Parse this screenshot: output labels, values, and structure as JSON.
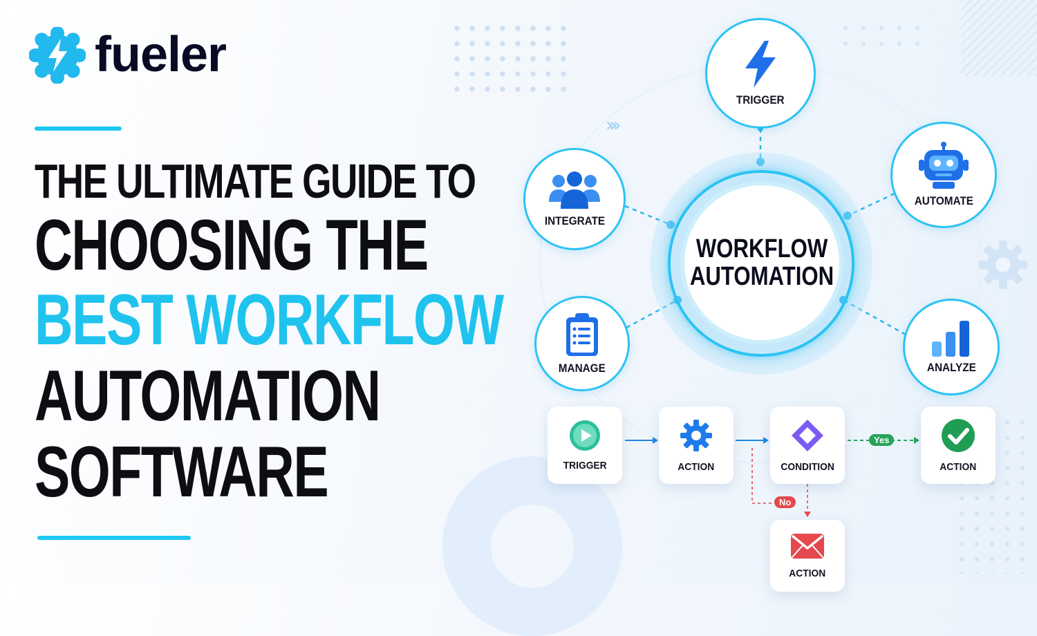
{
  "brand": {
    "name": "fueler",
    "accent": "#1ec8f2",
    "badge_color": "#22b9ee"
  },
  "headline": {
    "line1": "THE ULTIMATE GUIDE TO",
    "line2": "CHOOSING THE",
    "line3": "BEST WORKFLOW",
    "line4": "AUTOMATION",
    "line5": "SOFTWARE"
  },
  "hub": {
    "line1": "WORKFLOW",
    "line2": "AUTOMATION"
  },
  "nodes": [
    {
      "label": "TRIGGER",
      "icon": "lightning-icon"
    },
    {
      "label": "INTEGRATE",
      "icon": "people-icon"
    },
    {
      "label": "AUTOMATE",
      "icon": "robot-icon"
    },
    {
      "label": "MANAGE",
      "icon": "clipboard-icon"
    },
    {
      "label": "ANALYZE",
      "icon": "bar-chart-icon"
    }
  ],
  "flow": {
    "steps": [
      {
        "label": "TRIGGER",
        "icon": "play-icon"
      },
      {
        "label": "ACTION",
        "icon": "gear-icon"
      },
      {
        "label": "CONDITION",
        "icon": "diamond-icon"
      },
      {
        "label": "ACTION",
        "icon": "check-icon"
      },
      {
        "label": "ACTION",
        "icon": "mail-icon"
      }
    ],
    "yes_label": "Yes",
    "no_label": "No",
    "colors": {
      "blue": "#1e88e5",
      "green": "#27a35a",
      "red": "#e5484d",
      "purple": "#7b5cf0"
    }
  }
}
